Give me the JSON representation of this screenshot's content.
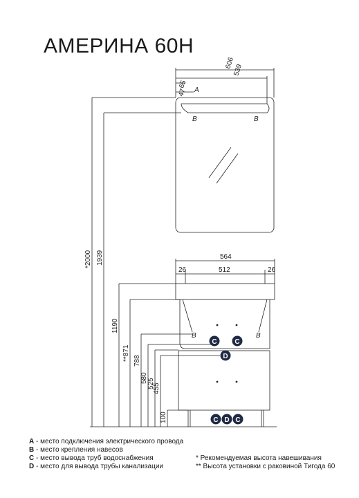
{
  "title": "АМЕРИНА 60Н",
  "dimensions": {
    "mirror_width": "606",
    "mirror_inner": "539",
    "small_top": "65",
    "small_second": "47",
    "cabinet_width": "564",
    "cabinet_inner": "512",
    "side_left": "26",
    "side_right": "26",
    "h_total": "*2000",
    "h_mirror": "1939",
    "h_1190": "1190",
    "h_871": "**871",
    "h_788": "788",
    "h_580": "580",
    "h_525": "525",
    "h_455": "455",
    "h_100": "100"
  },
  "point_labels": {
    "a": "A",
    "b": "B",
    "c": "C",
    "d": "D"
  },
  "legend": [
    {
      "key": "A",
      "text": " - место подключения электрического провода"
    },
    {
      "key": "B",
      "text": " - место крепления навесов"
    },
    {
      "key": "C",
      "text": " - место вывода труб водоснабжения"
    },
    {
      "key": "D",
      "text": " - место для вывода трубы канализации"
    }
  ],
  "notes": [
    "* Рекомендуемая высота навешивания",
    "** Высота установки с раковиной Тигода 60"
  ]
}
